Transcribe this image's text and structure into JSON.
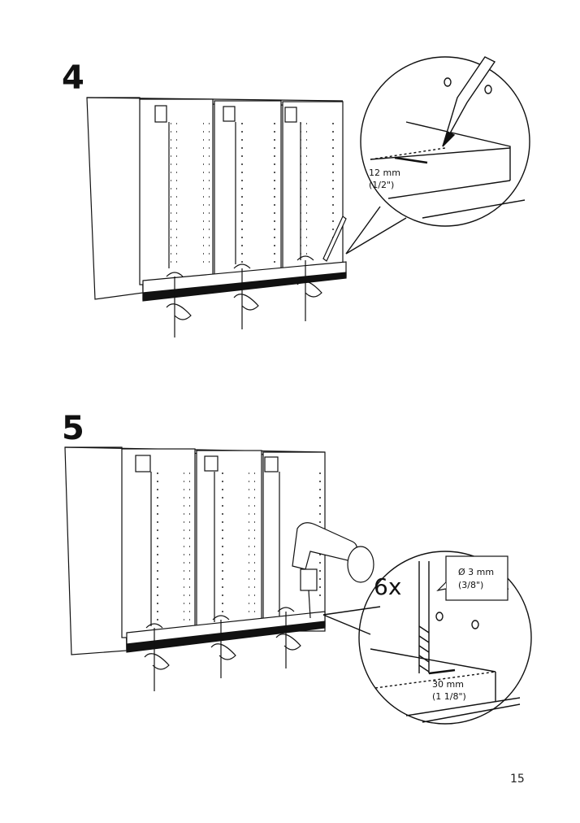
{
  "steps": [
    {
      "number": "4",
      "measure": {
        "metric": "12 mm",
        "imperial": "(1/2\")"
      }
    },
    {
      "number": "5",
      "count": "6x",
      "drill_bit": {
        "metric": "Ø 3 mm",
        "imperial": "(3/8\")"
      },
      "measure": {
        "metric": "30 mm",
        "imperial": "(1 1/8\")"
      }
    }
  ],
  "page_number": "15"
}
